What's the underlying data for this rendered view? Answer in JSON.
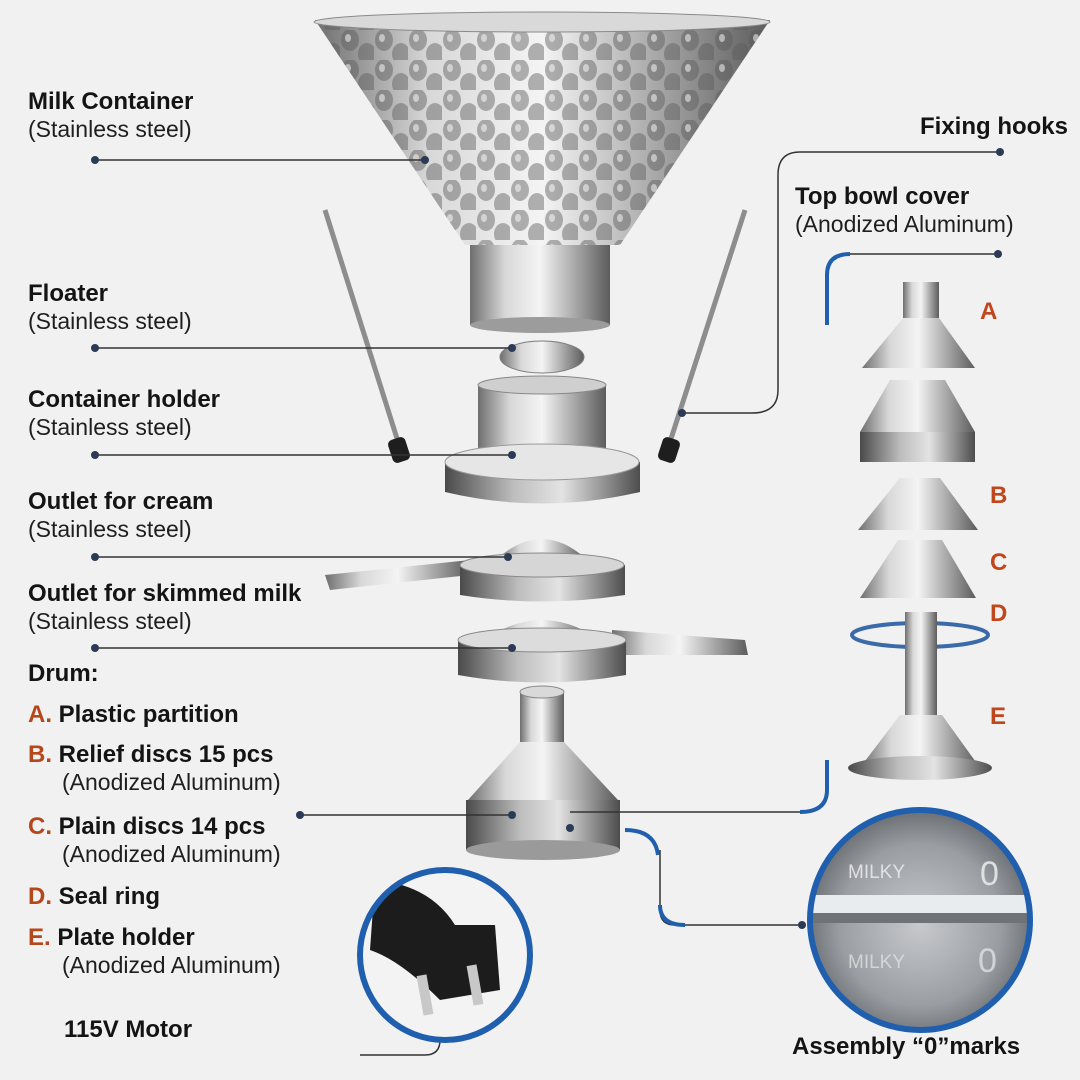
{
  "labels": {
    "milk_container": {
      "title": "Milk Container",
      "sub": "(Stainless steel)"
    },
    "floater": {
      "title": "Floater",
      "sub": "(Stainless steel)"
    },
    "container_holder": {
      "title": "Container holder",
      "sub": "(Stainless steel)"
    },
    "outlet_cream": {
      "title": "Outlet for cream",
      "sub": "(Stainless steel)"
    },
    "outlet_skimmed": {
      "title": "Outlet for skimmed milk",
      "sub": "(Stainless steel)"
    },
    "drum": {
      "title": "Drum:"
    },
    "fixing_hooks": {
      "title": "Fixing hooks"
    },
    "top_bowl_cover": {
      "title": "Top bowl cover",
      "sub": "(Anodized Aluminum)"
    },
    "motor": {
      "title": "115V Motor"
    },
    "assembly_marks": {
      "title": "Assembly “0”marks"
    }
  },
  "drum_parts": [
    {
      "letter": "A.",
      "name": "Plastic partition"
    },
    {
      "letter": "B.",
      "name": "Relief discs 15 pcs",
      "sub": "(Anodized Aluminum)"
    },
    {
      "letter": "C.",
      "name": "Plain discs 14 pcs",
      "sub": "(Anodized Aluminum)"
    },
    {
      "letter": "D.",
      "name": "Seal ring"
    },
    {
      "letter": "E.",
      "name": "Plate holder",
      "sub": "(Anodized Aluminum)"
    }
  ],
  "stack_letters": [
    "A",
    "B",
    "C",
    "D",
    "E"
  ],
  "engraving": {
    "brand": "MILKY",
    "mark": "0"
  },
  "colors": {
    "leader": "#333333",
    "blue_accent": "#1f5fae",
    "letter": "#b5471d"
  }
}
